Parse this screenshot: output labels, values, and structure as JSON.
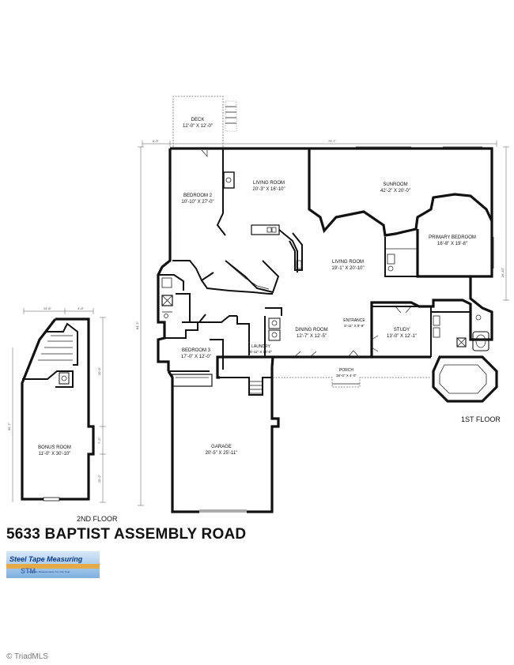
{
  "floors": {
    "first": {
      "label": "1ST FLOOR",
      "rooms": {
        "deck": {
          "name": "DECK",
          "dims": "12'-0\" X 12'-0\""
        },
        "bedroom2": {
          "name": "BEDROOM 2",
          "dims": "10'-10\" X 27'-0\""
        },
        "living_room_1": {
          "name": "LIVING ROOM",
          "dims": "20'-3\" X 16'-10\""
        },
        "sunroom": {
          "name": "SUNROOM",
          "dims": "42'-2\" X 20'-0\""
        },
        "primary_bedroom": {
          "name": "PRIMARY BEDROOM",
          "dims": "16'-8\" X 19'-8\""
        },
        "living_room_2": {
          "name": "LIVING ROOM",
          "dims": "19'-1\" X 20'-10\""
        },
        "entrance": {
          "name": "ENTRANCE",
          "dims": "8'-11\" X 9'-8\""
        },
        "dining_room": {
          "name": "DINING ROOM",
          "dims": "12'-7\" X 12'-5\""
        },
        "study": {
          "name": "STUDY",
          "dims": "13'-0\" X 12'-1\""
        },
        "bedroom3": {
          "name": "BEDROOM 3",
          "dims": "17'-0\" X 12'-0\""
        },
        "laundry": {
          "name": "LAUNDRY",
          "dims": "6'-11\" X 12'-0\""
        },
        "porch": {
          "name": "PORCH",
          "dims": "38'-0\" X 4'-0\""
        },
        "garage": {
          "name": "GARAGE",
          "dims": "20'-5\" X 25'-11\""
        }
      },
      "dimensions": {
        "top_left": "6'-0\"",
        "top_main": "79'-7\"",
        "left_total": "84'-2\"",
        "right_upper": "26'-10\""
      }
    },
    "second": {
      "label": "2ND FLOOR",
      "rooms": {
        "bonus_room": {
          "name": "BONUS ROOM",
          "dims": "11'-0\" X 30'-10\""
        }
      },
      "dimensions": {
        "top_a": "15'-8\"",
        "top_b": "4'-8\"",
        "right_a": "20'-0\"",
        "right_b": "7'-2\"",
        "right_c": "10'-2\"",
        "left": "35'-7\""
      }
    }
  },
  "property": {
    "address": "5633 BAPTIST ASSEMBLY ROAD"
  },
  "branding": {
    "logo_text": "Steel Tape Measuring",
    "logo_tagline": "Accurate Measurements You Can Trust",
    "logo_colors": {
      "primary": "#0d3b8a",
      "accent": "#f0a52a",
      "background": "#9ec6ea"
    }
  },
  "watermark": "© TriadMLS"
}
